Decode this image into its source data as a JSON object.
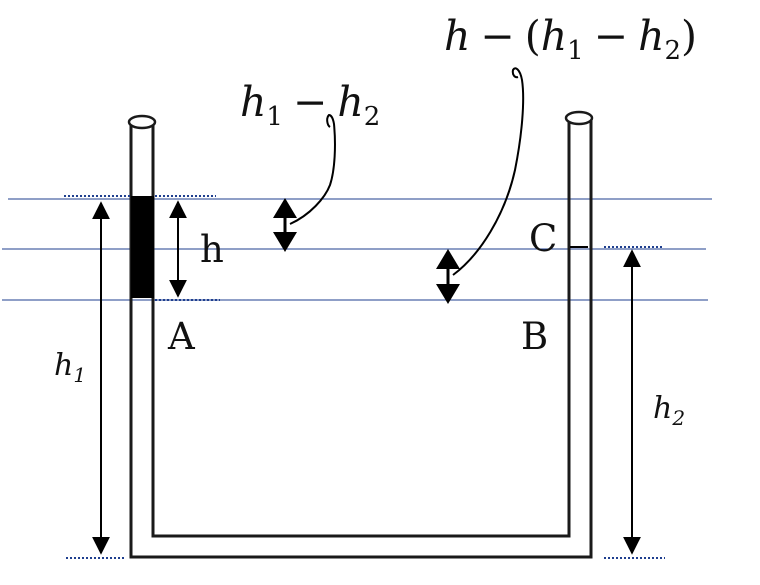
{
  "labels": {
    "point_a": "A",
    "point_b": "B",
    "point_c": "C",
    "column_h": "h",
    "left_height": {
      "base": "h",
      "sub": "1"
    },
    "right_height": {
      "base": "h",
      "sub": "2"
    }
  },
  "annotations": {
    "difference": {
      "h1": "h",
      "s1": "1",
      "minus": "−",
      "h2": "h",
      "s2": "2"
    },
    "remaining": {
      "h": "h",
      "minus1": "−",
      "open": "(",
      "h1": "h",
      "s1": "1",
      "minus2": "−",
      "h2": "h",
      "s2": "2",
      "close": ")"
    }
  },
  "colors": {
    "tube": "#1a1a1a",
    "mercury": "#000000",
    "reference_line": "#1f3f8f",
    "dotted": "#1f3f8f"
  }
}
